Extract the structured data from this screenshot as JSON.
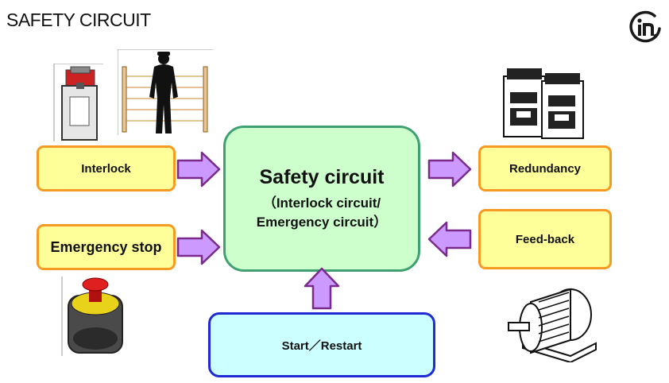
{
  "slide": {
    "title": "SAFETY CIRCUIT"
  },
  "diagram": {
    "center": {
      "title": "Safety circuit",
      "subtitle_line1": "（Interlock circuit/",
      "subtitle_line2": "Emergency circuit）"
    },
    "left_inputs": [
      "Interlock",
      "Emergency stop"
    ],
    "right_outputs": [
      "Redundancy",
      "Feed-back"
    ],
    "bottom_input": "Start／Restart"
  },
  "colors": {
    "input_box_fill": "#ffff99",
    "input_box_border": "#f59a23",
    "center_fill": "#ccffcc",
    "center_border": "#3fa071",
    "start_fill": "#ccffff",
    "start_border": "#1f2ad4",
    "arrow_fill": "#cc99ff",
    "arrow_border": "#7a2a8a",
    "logo_color": "#1a1a1a"
  },
  "icons": {
    "logo": "in-logo-icon",
    "interlock_switch": "interlock-switch-icon",
    "light_curtain": "light-curtain-worker-icon",
    "contactors": "contactor-icon",
    "emergency_button": "emergency-stop-button-icon",
    "motor": "motor-icon"
  }
}
